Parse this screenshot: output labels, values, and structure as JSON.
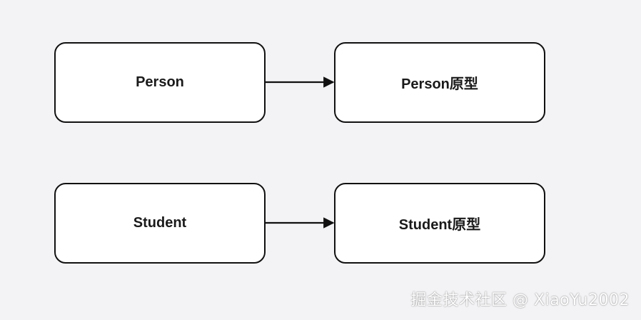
{
  "diagram": {
    "nodes": {
      "person": "Person",
      "person_prototype": "Person原型",
      "student": "Student",
      "student_prototype": "Student原型"
    },
    "edges": [
      {
        "from": "person",
        "to": "person_prototype"
      },
      {
        "from": "student",
        "to": "student_prototype"
      }
    ]
  },
  "watermark": "掘金技术社区 @ XiaoYu2002",
  "colors": {
    "background": "#f3f3f5",
    "node_fill": "#ffffff",
    "stroke": "#111111"
  }
}
